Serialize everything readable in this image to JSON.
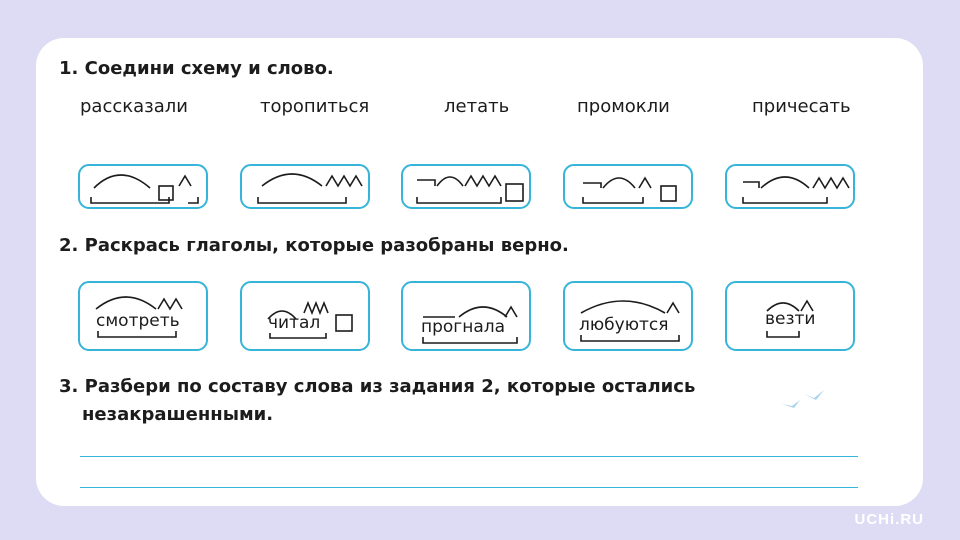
{
  "task1": {
    "title": "1. Соедини схему и слово.",
    "words": [
      "рассказали",
      "торопиться",
      "летать",
      "промокли",
      "причесать"
    ]
  },
  "task2": {
    "title": "2. Раскрась глаголы, которые разобраны верно.",
    "words": [
      "смотреть",
      "читал",
      "прогнала",
      "любуются",
      "везти"
    ]
  },
  "task3": {
    "title_line1": "3. Разбери по составу слова из задания 2, которые остались",
    "title_line2": "незакрашенными."
  },
  "brand": {
    "logo": "UCHi.RU"
  },
  "colors": {
    "background": "#dedbf4",
    "card": "#ffffff",
    "accent": "#37b4d9",
    "text": "#1c1c1c"
  }
}
